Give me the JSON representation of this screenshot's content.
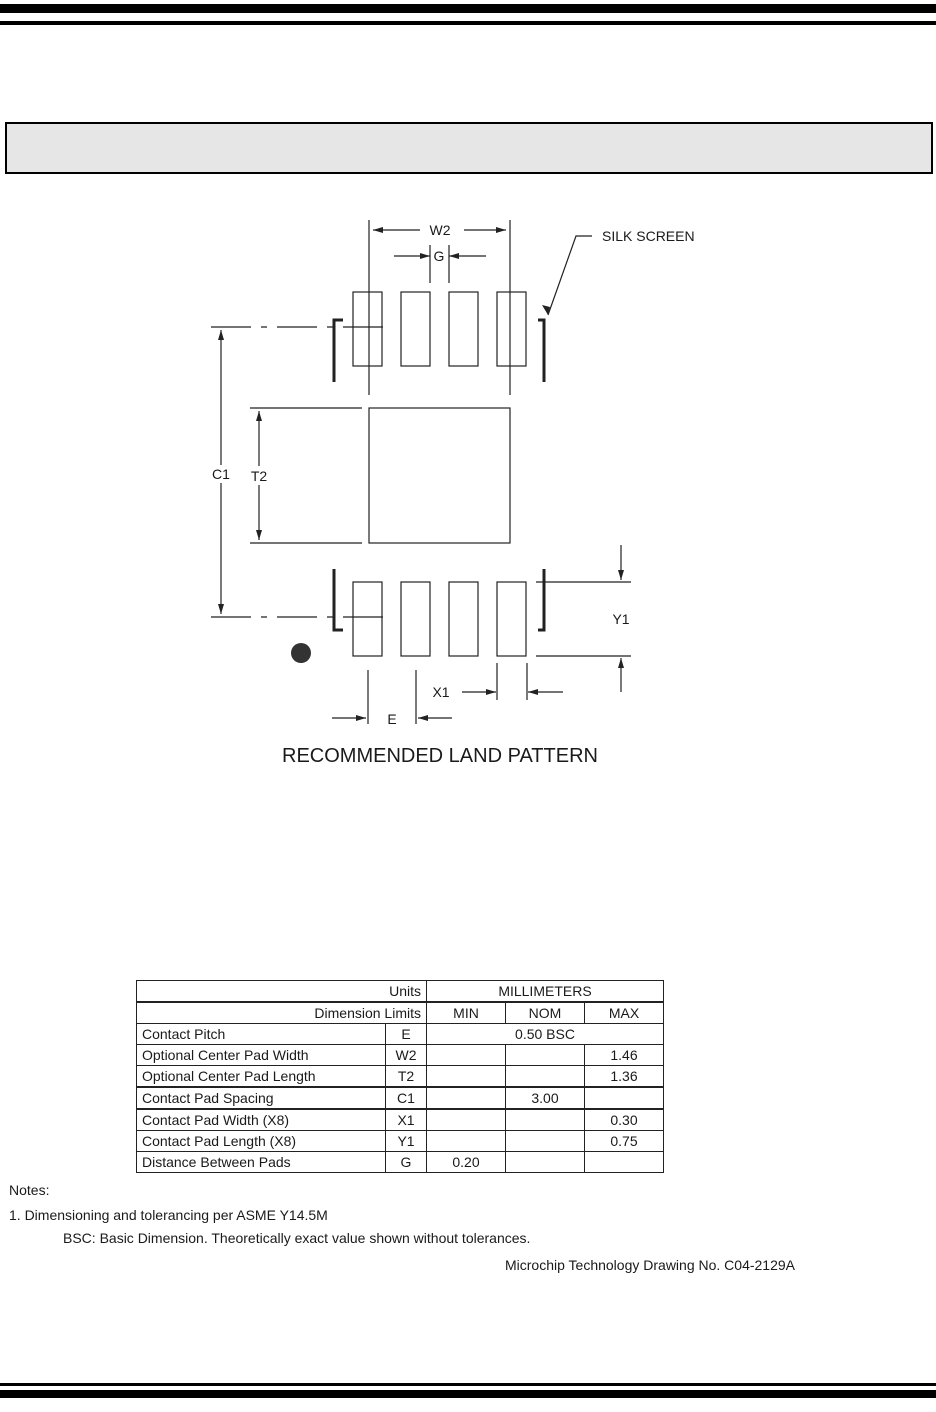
{
  "drawing": {
    "labels": {
      "w2": "W2",
      "g": "G",
      "silk": "SILK SCREEN",
      "c1": "C1",
      "t2": "T2",
      "y1": "Y1",
      "x1": "X1",
      "e": "E"
    },
    "title": "RECOMMENDED LAND PATTERN"
  },
  "table": {
    "units_label": "Units",
    "units_value": "MILLIMETERS",
    "dim_limits_label": "Dimension Limits",
    "headers": [
      "MIN",
      "NOM",
      "MAX"
    ],
    "contact_pitch": {
      "name": "Contact Pitch",
      "symbol": "E",
      "value": "0.50 BSC"
    },
    "rows": [
      {
        "name": "Optional Center Pad Width",
        "symbol": "W2",
        "min": "",
        "nom": "",
        "max": "1.46"
      },
      {
        "name": "Optional Center Pad Length",
        "symbol": "T2",
        "min": "",
        "nom": "",
        "max": "1.36"
      },
      {
        "name": "Contact Pad Spacing",
        "symbol": "C1",
        "min": "",
        "nom": "3.00",
        "max": ""
      },
      {
        "name": "Contact Pad Width (X8)",
        "symbol": "X1",
        "min": "",
        "nom": "",
        "max": "0.30"
      },
      {
        "name": "Contact Pad Length (X8)",
        "symbol": "Y1",
        "min": "",
        "nom": "",
        "max": "0.75"
      },
      {
        "name": "Distance Between Pads",
        "symbol": "G",
        "min": "0.20",
        "nom": "",
        "max": ""
      }
    ]
  },
  "notes": {
    "heading": "Notes:",
    "note1": "1. Dimensioning and tolerancing per ASME Y14.5M",
    "bsc": "BSC: Basic Dimension. Theoretically exact value shown without tolerances.",
    "drawing_no": "Microchip Technology Drawing No. C04-2129A"
  }
}
